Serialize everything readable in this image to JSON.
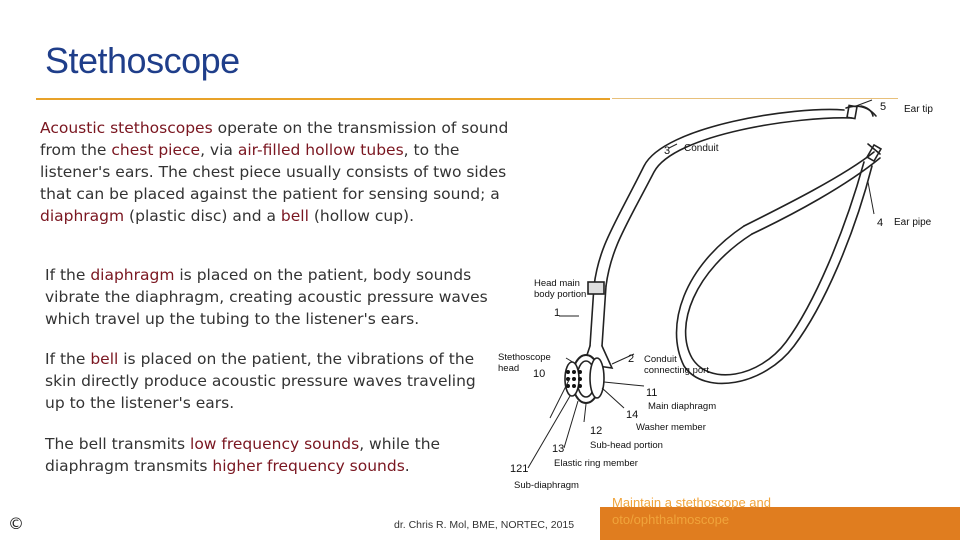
{
  "title": "Stethoscope",
  "paragraphs": {
    "p1": [
      "Acoustic stethoscopes",
      " operate on the transmission of sound from the ",
      "chest piece",
      ", via ",
      "air-filled hollow tubes",
      ", to the listener's ears. The chest piece usually consists of two sides that can be placed against the patient for sensing sound; a ",
      "diaphragm",
      " (plastic disc) and a  ",
      "bell",
      " (hollow cup)."
    ],
    "p2": [
      "If the ",
      "diaphragm",
      " is placed on the patient, body sounds vibrate the diaphragm, creating acoustic pressure waves which travel up the tubing to the listener's ears."
    ],
    "p3": [
      "If the ",
      "bell",
      " is placed on the patient, the vibrations of the skin directly produce acoustic pressure waves traveling up to the listener's ears."
    ],
    "p4": [
      "The bell transmits ",
      "low frequency sounds",
      ", while the diaphragm transmits ",
      "higher frequency sounds",
      "."
    ]
  },
  "figure": {
    "labels": {
      "ear_tip": "Ear tip",
      "n5": "5",
      "conduit": "Conduit",
      "n3": "3",
      "ear_pipe": "Ear pipe",
      "n4": "4",
      "head_main_1": "Head main",
      "head_main_2": "body portion",
      "n1": "1",
      "steth_head_1": "Stethoscope",
      "steth_head_2": "head",
      "n10": "10",
      "n2": "2",
      "conduit_port_1": "Conduit",
      "conduit_port_2": "connecting port",
      "n11": "11",
      "main_diaphragm": "Main diaphragm",
      "n14": "14",
      "washer": "Washer member",
      "n12": "12",
      "subhead": "Sub-head portion",
      "n13": "13",
      "elastic": "Elastic ring member",
      "n121": "121",
      "subdiaphragm": "Sub-diaphragm"
    }
  },
  "footer": {
    "copyright": "©",
    "citation": "dr. Chris R. Mol, BME, NORTEC, 2015",
    "course_title": "Maintain a stethoscope and oto/ophthalmoscope"
  },
  "colors": {
    "title": "#1f3e8a",
    "highlight": "#7a1620",
    "accent": "#e07d1f"
  }
}
